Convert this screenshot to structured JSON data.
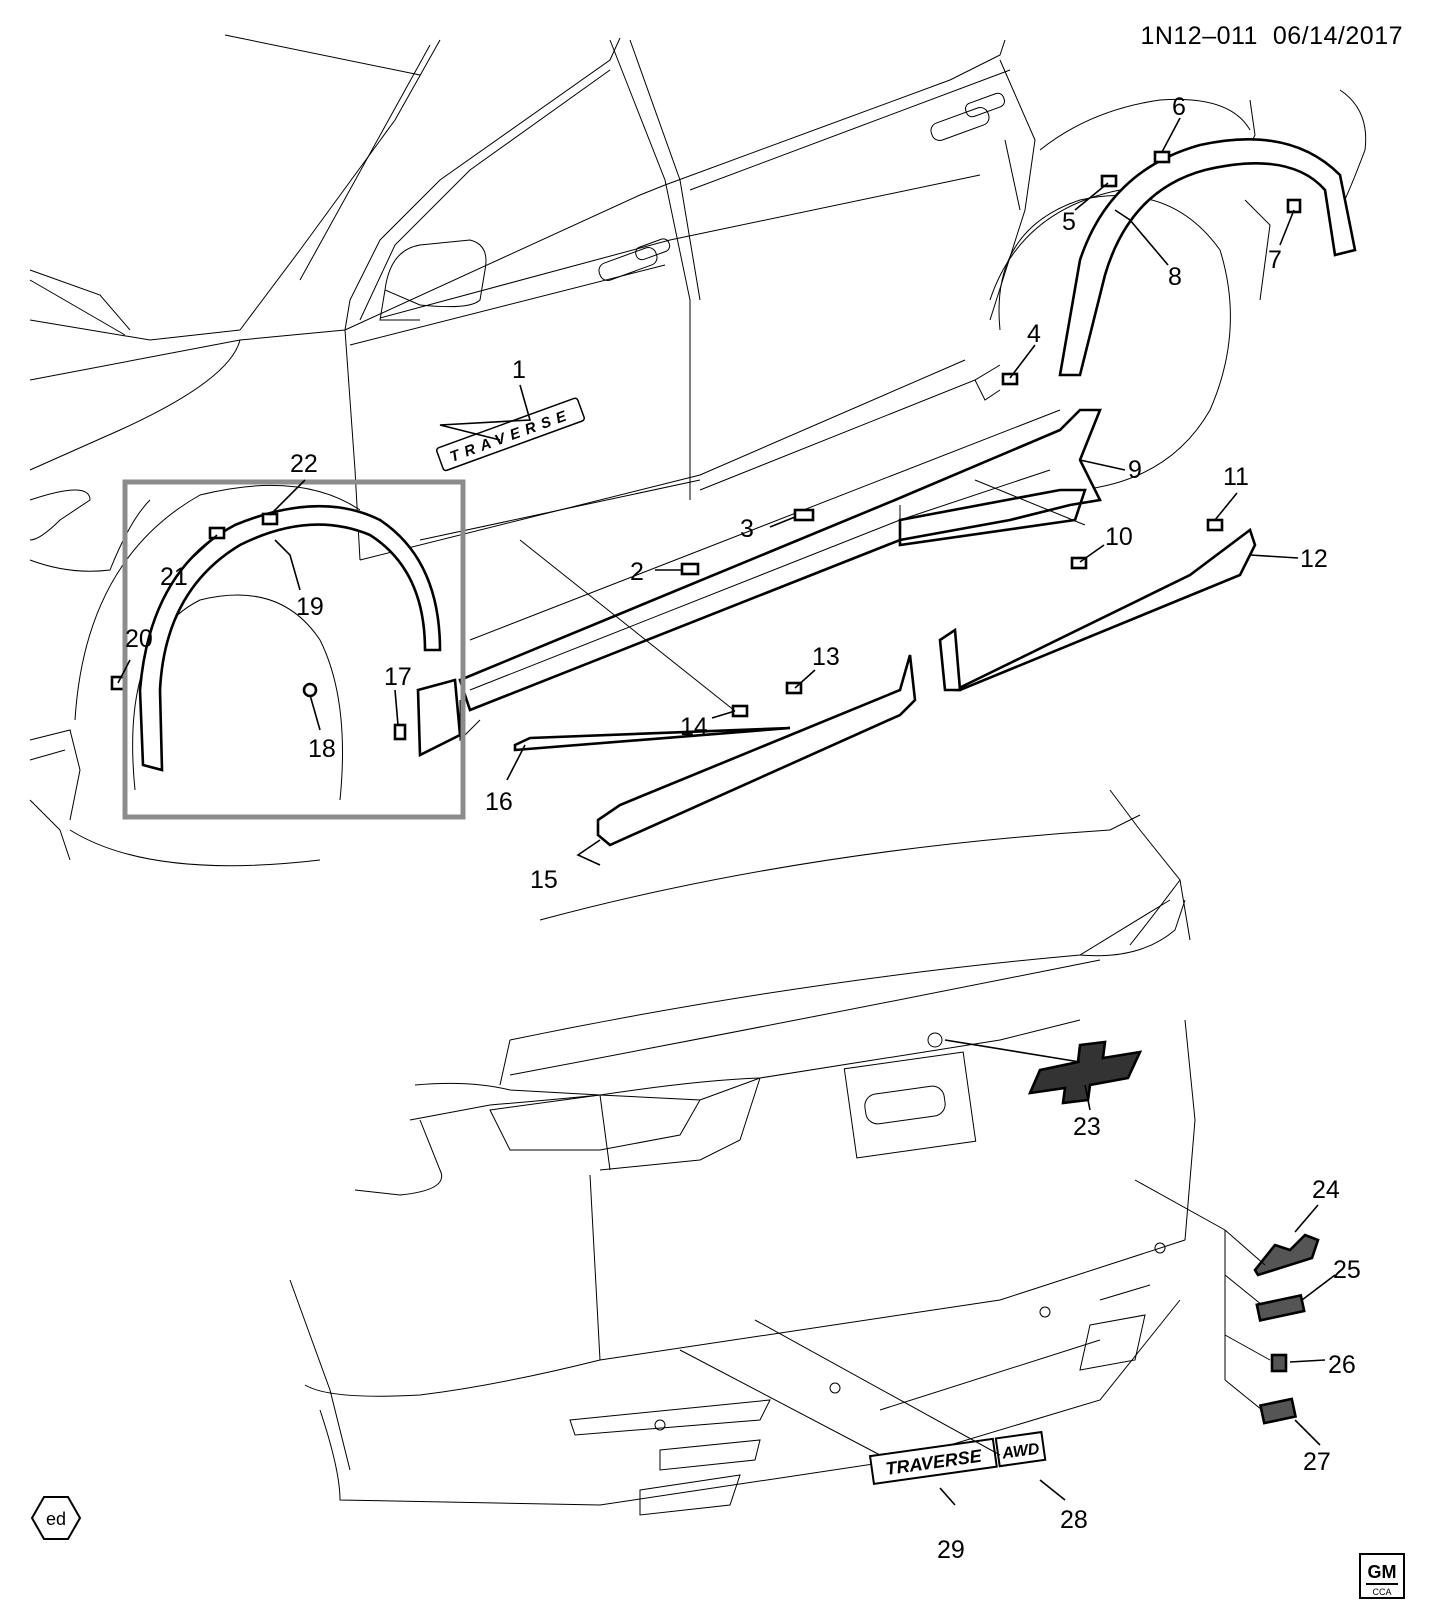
{
  "header": {
    "diagram_id": "1N12–011",
    "date": "06/14/2017"
  },
  "callouts": [
    "1",
    "2",
    "3",
    "4",
    "5",
    "6",
    "7",
    "8",
    "9",
    "10",
    "11",
    "12",
    "13",
    "14",
    "15",
    "16",
    "17",
    "18",
    "19",
    "20",
    "21",
    "22",
    "23",
    "24",
    "25",
    "26",
    "27",
    "28",
    "29"
  ],
  "badges": {
    "door_badge": "TRAVERSE",
    "rear_badge_main": "TRAVERSE",
    "rear_badge_awd": "AWD"
  },
  "corner_marks": {
    "left_hex": "ed",
    "gm_logo": "GM",
    "gm_sub": "CCA"
  },
  "colors": {
    "line": "#000000",
    "detail_frame": "#8c8c8c",
    "background": "#ffffff"
  }
}
